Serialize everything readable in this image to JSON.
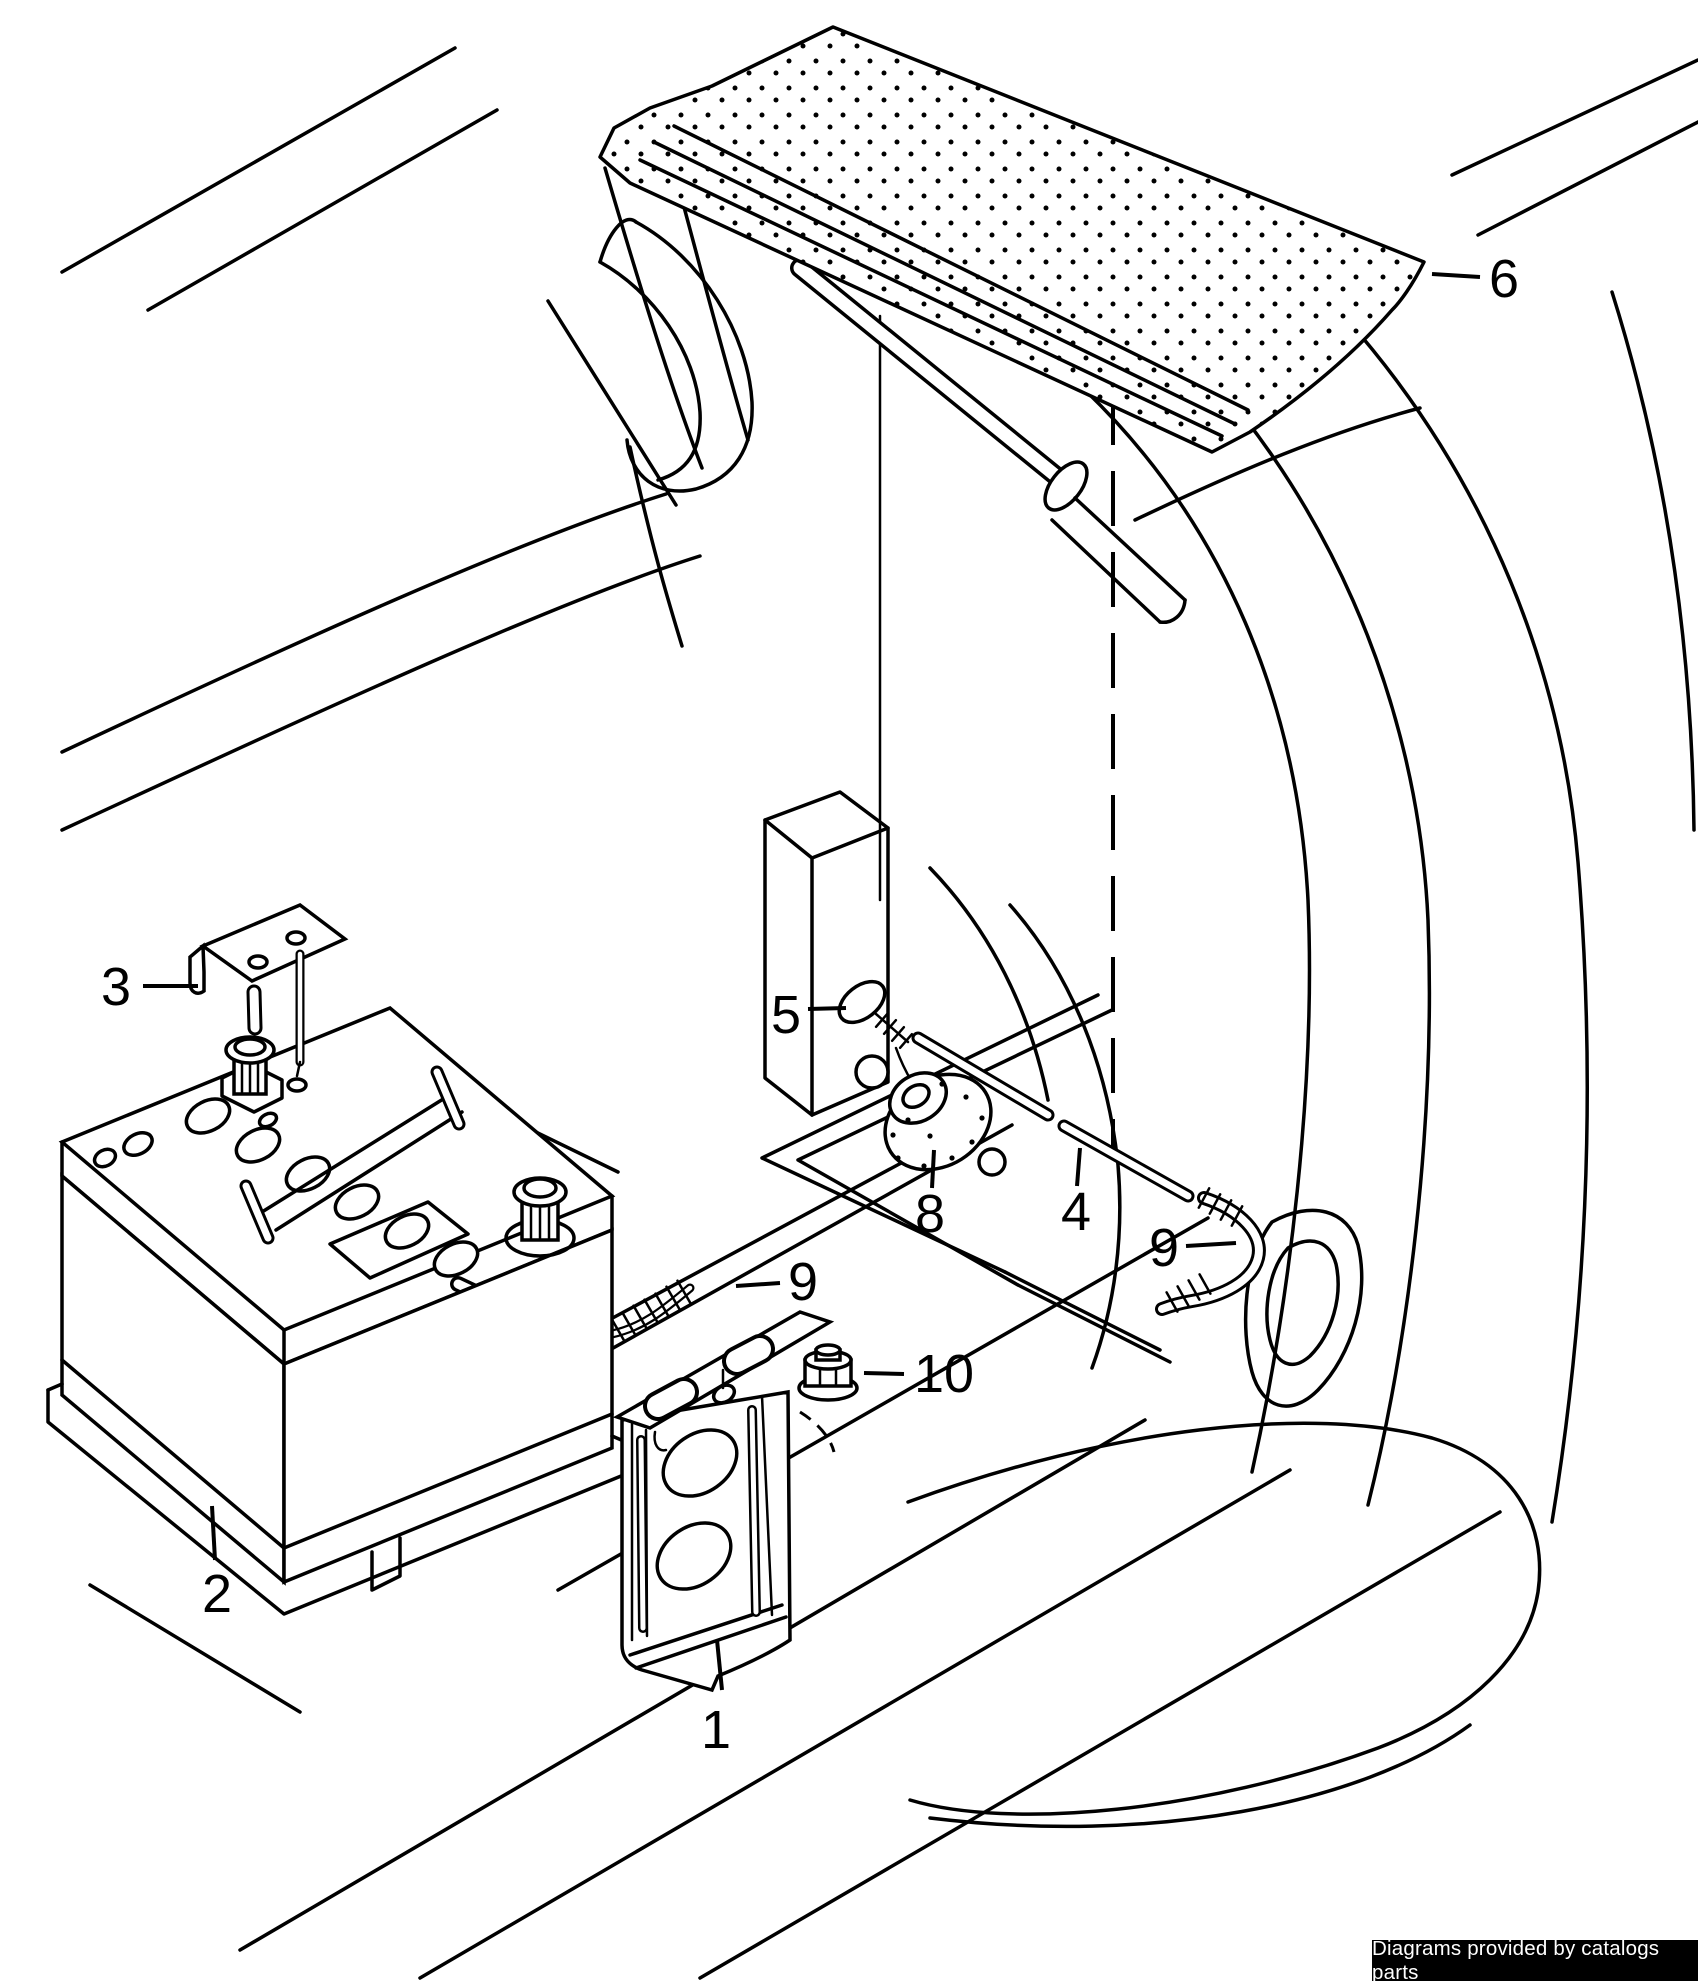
{
  "diagram": {
    "description_colors": {
      "line": "#000000",
      "background": "#ffffff"
    },
    "callouts": [
      {
        "label": "1"
      },
      {
        "label": "2"
      },
      {
        "label": "3"
      },
      {
        "label": "4"
      },
      {
        "label": "5"
      },
      {
        "label": "6"
      },
      {
        "label": "8"
      },
      {
        "label": "9"
      },
      {
        "label": "9"
      },
      {
        "label": "10"
      }
    ]
  },
  "watermark": {
    "text": "Diagrams provided by catalogs parts",
    "background_color": "#000000",
    "text_color": "#ffffff"
  }
}
